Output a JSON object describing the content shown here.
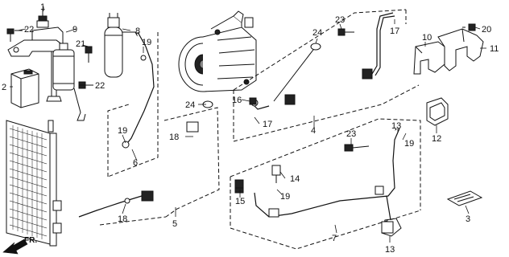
{
  "diagram": {
    "callouts": {
      "c1": "1",
      "c2": "2",
      "c3": "3",
      "c4": "4",
      "c5": "5",
      "c6": "6",
      "c7": "7",
      "c8": "8",
      "c9": "9",
      "c10": "10",
      "c11": "11",
      "c12": "12",
      "c13": "13",
      "c14": "14",
      "c15": "15",
      "c16": "16",
      "c17a": "17",
      "c17b": "17",
      "c18a": "18",
      "c18b": "18",
      "c19a": "19",
      "c19b": "19",
      "c19c": "19",
      "c19d": "19",
      "c20": "20",
      "c21": "21",
      "c22a": "22",
      "c22b": "22",
      "c23a": "23",
      "c23b": "23",
      "c24a": "24",
      "c24b": "24"
    },
    "direction_label": "FR."
  }
}
